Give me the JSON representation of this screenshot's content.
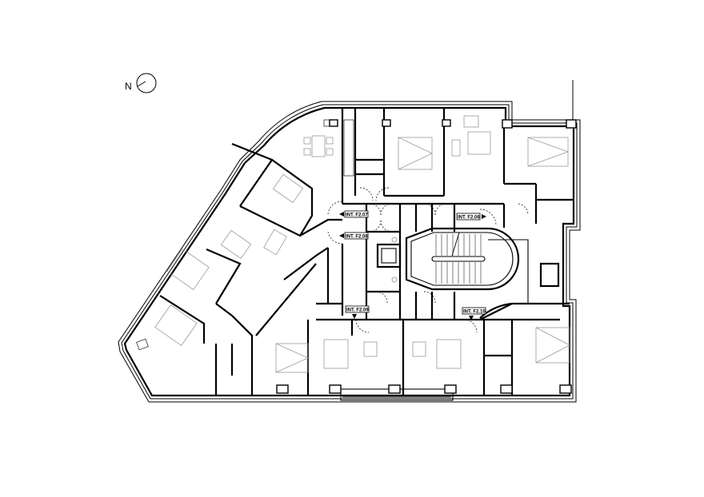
{
  "compass": {
    "label": "N"
  },
  "unit_labels": [
    {
      "id": "F2.07",
      "text": "INT. F2.07",
      "arrow": "left"
    },
    {
      "id": "F2.08",
      "text": "INT. F2.08",
      "arrow": "left"
    },
    {
      "id": "F2.06",
      "text": "INT. F2.06",
      "arrow": "right"
    },
    {
      "id": "F2.09",
      "text": "INT. F2.09",
      "arrow": "down"
    },
    {
      "id": "F2.10",
      "text": "INT. F2.10",
      "arrow": "down"
    }
  ],
  "colors": {
    "wall": "#000000",
    "furniture": "#9a9a9a",
    "background": "#ffffff"
  }
}
